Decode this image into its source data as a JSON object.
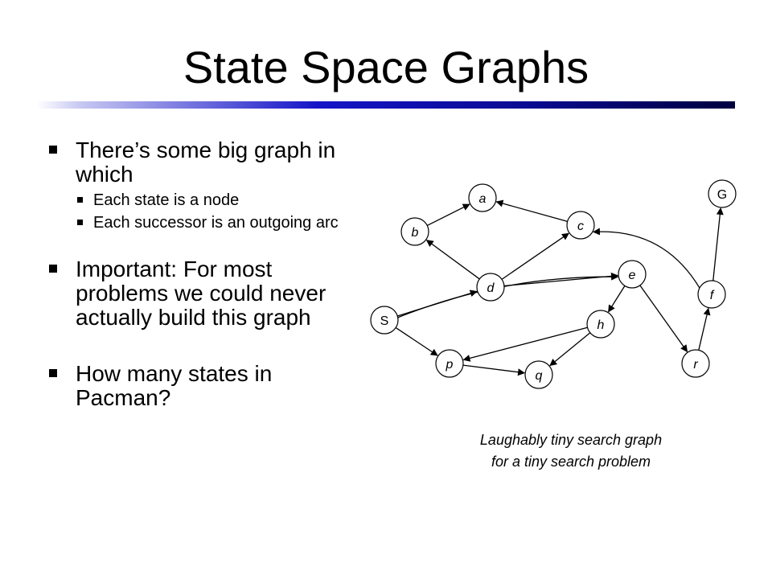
{
  "slide": {
    "title": "State Space Graphs",
    "bullets": [
      {
        "text": "There’s some big graph in which",
        "sub": [
          "Each state is a node",
          "Each successor is an outgoing arc"
        ]
      },
      {
        "text": "Important: For most problems we could never actually build this graph",
        "sub": []
      },
      {
        "text": "How many states in Pacman?",
        "sub": []
      }
    ],
    "caption": [
      "Laughably tiny search graph",
      "for a tiny search problem"
    ]
  },
  "graph": {
    "nodes": [
      {
        "id": "S",
        "label": "S",
        "italic": false
      },
      {
        "id": "a",
        "label": "a",
        "italic": true
      },
      {
        "id": "b",
        "label": "b",
        "italic": true
      },
      {
        "id": "c",
        "label": "c",
        "italic": true
      },
      {
        "id": "d",
        "label": "d",
        "italic": true
      },
      {
        "id": "e",
        "label": "e",
        "italic": true
      },
      {
        "id": "f",
        "label": "f",
        "italic": true
      },
      {
        "id": "G",
        "label": "G",
        "italic": false
      },
      {
        "id": "h",
        "label": "h",
        "italic": true
      },
      {
        "id": "p",
        "label": "p",
        "italic": true
      },
      {
        "id": "q",
        "label": "q",
        "italic": true
      },
      {
        "id": "r",
        "label": "r",
        "italic": true
      }
    ],
    "edges": [
      {
        "from": "S",
        "to": "d"
      },
      {
        "from": "S",
        "to": "e"
      },
      {
        "from": "S",
        "to": "p"
      },
      {
        "from": "d",
        "to": "b"
      },
      {
        "from": "d",
        "to": "c"
      },
      {
        "from": "d",
        "to": "e"
      },
      {
        "from": "b",
        "to": "a"
      },
      {
        "from": "c",
        "to": "a"
      },
      {
        "from": "e",
        "to": "h"
      },
      {
        "from": "e",
        "to": "r"
      },
      {
        "from": "h",
        "to": "p"
      },
      {
        "from": "h",
        "to": "q"
      },
      {
        "from": "p",
        "to": "q"
      },
      {
        "from": "r",
        "to": "f"
      },
      {
        "from": "f",
        "to": "c"
      },
      {
        "from": "f",
        "to": "G"
      }
    ]
  }
}
